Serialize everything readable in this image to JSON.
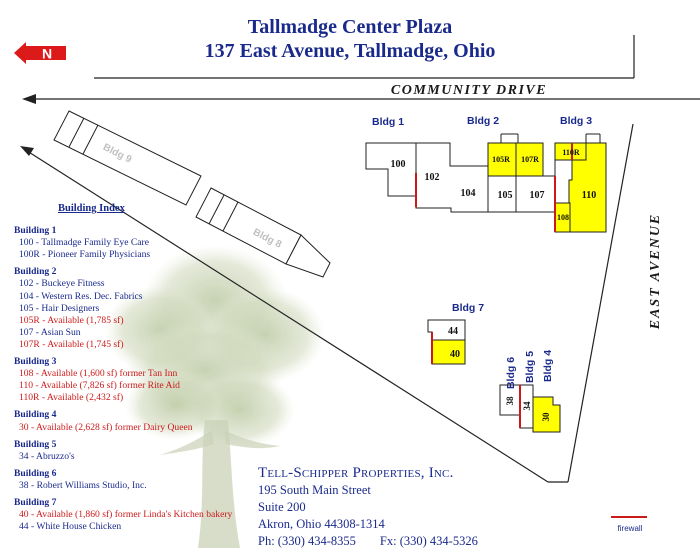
{
  "title": {
    "line1": "Tallmadge Center Plaza",
    "line2": "137 East Avenue, Tallmadge, Ohio"
  },
  "north_label": "N",
  "roads": {
    "community": "COMMUNITY DRIVE",
    "east": "EAST AVENUE"
  },
  "buildings": {
    "bldg1": "Bldg 1",
    "bldg2": "Bldg 2",
    "bldg3": "Bldg 3",
    "bldg4": "Bldg 4",
    "bldg5": "Bldg 5",
    "bldg6": "Bldg 6",
    "bldg7": "Bldg 7",
    "bldg8": "Bldg 8",
    "bldg9": "Bldg 9"
  },
  "units": {
    "u100": "100",
    "u102": "102",
    "u104": "104",
    "u105": "105",
    "u105r": "105R",
    "u107": "107",
    "u107r": "107R",
    "u108": "108",
    "u110": "110",
    "u110r": "110R",
    "u30": "30",
    "u34": "34",
    "u38": "38",
    "u40": "40",
    "u44": "44"
  },
  "index": {
    "title": "Building Index",
    "groups": [
      {
        "heading": "Building 1",
        "items": [
          {
            "text": "100 - Tallmadge Family Eye Care",
            "available": false
          },
          {
            "text": "100R - Pioneer Family Physicians",
            "available": false
          }
        ]
      },
      {
        "heading": "Building 2",
        "items": [
          {
            "text": "102 - Buckeye Fitness",
            "available": false
          },
          {
            "text": "104 - Western Res. Dec. Fabrics",
            "available": false
          },
          {
            "text": "105 - Hair Designers",
            "available": false
          },
          {
            "text": "105R - Available (1,785 sf)",
            "available": true
          },
          {
            "text": "107 - Asian Sun",
            "available": false
          },
          {
            "text": "107R - Available (1,745 sf)",
            "available": true
          }
        ]
      },
      {
        "heading": "Building 3",
        "items": [
          {
            "text": "108 - Available (1,600 sf) former Tan Inn",
            "available": true
          },
          {
            "text": "110 - Available (7,826 sf) former Rite Aid",
            "available": true
          },
          {
            "text": "110R - Available (2,432 sf)",
            "available": true
          }
        ]
      },
      {
        "heading": "Building 4",
        "items": [
          {
            "text": "30 - Available (2,628 sf) former Dairy Queen",
            "available": true
          }
        ]
      },
      {
        "heading": "Building 5",
        "items": [
          {
            "text": "34 - Abruzzo's",
            "available": false
          }
        ]
      },
      {
        "heading": "Building 6",
        "items": [
          {
            "text": "38 - Robert Williams Studio, Inc.",
            "available": false
          }
        ]
      },
      {
        "heading": "Building 7",
        "items": [
          {
            "text": "40 - Available (1,860 sf) former Linda's Kitchen bakery",
            "available": true
          },
          {
            "text": "44 - White House Chicken",
            "available": false
          }
        ]
      }
    ]
  },
  "contact": {
    "company": "Tell-Schipper Properties, Inc.",
    "address1": "195 South Main Street",
    "address2": "Suite 200",
    "city": "Akron, Ohio 44308-1314",
    "phone": "Ph: (330) 434-8355",
    "fax": "Fx: (330) 434-5326"
  },
  "legend": {
    "firewall": "firewall",
    "firewall_color": "#cc1a1a"
  },
  "colors": {
    "title": "#1a2a8c",
    "available_fill": "#ffff00",
    "occupied_fill": "#ffffff",
    "firewall": "#cc1a1a",
    "north_arrow": "#dd1a1a",
    "faded_label": "#c0c0c0"
  }
}
